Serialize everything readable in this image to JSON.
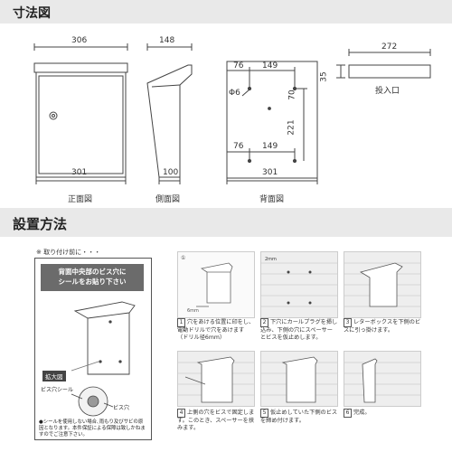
{
  "section1": {
    "title": "寸法図"
  },
  "front": {
    "top_dim": "306",
    "bottom_dim": "301",
    "caption": "正面図"
  },
  "side": {
    "top_dim": "148",
    "bottom_dim": "100",
    "caption": "側面図"
  },
  "back": {
    "dim_76_top": "76",
    "dim_149_top": "149",
    "dim_phi6": "Φ6",
    "dim_70": "70",
    "dim_221": "221",
    "dim_76_bottom": "76",
    "dim_149_bottom": "149",
    "bottom_dim": "301",
    "caption": "背面図"
  },
  "slot": {
    "width_dim": "272",
    "height_dim": "35",
    "caption": "投入口"
  },
  "section2": {
    "title": "設置方法"
  },
  "before_install": {
    "label": "※ 取り付け前に・・・",
    "header": "背面中央部のビス穴に\nシールをお貼り下さい",
    "zoom_label": "拡大図",
    "seal_label": "ビス穴シール",
    "hole_label": "ビス穴",
    "note": "●シールを使用しない場合､雨もり及びサビの原因となります。本件保証による保障は致しかねますのでご注意下さい。"
  },
  "steps": [
    {
      "num": "1",
      "text": "穴をあける位置に印をし、電動ドリルで穴をあけます（ドリル径6mm）"
    },
    {
      "num": "2",
      "text": "下穴にカールプラグを挿し込み、下側の穴にスペーサーとビスを仮止めします。"
    },
    {
      "num": "3",
      "text": "レターボックスを下側のビスに引っ掛けます。"
    },
    {
      "num": "4",
      "text": "上側の穴をビスで固定します。このとき、スペーサーを挟みます。"
    },
    {
      "num": "5",
      "text": "仮止めしていた下側のビスを締め付けます。"
    },
    {
      "num": "6",
      "text": "完成。"
    }
  ],
  "step_figure_labels": {
    "scale_label": "6mm",
    "drill_label": "2mm"
  }
}
